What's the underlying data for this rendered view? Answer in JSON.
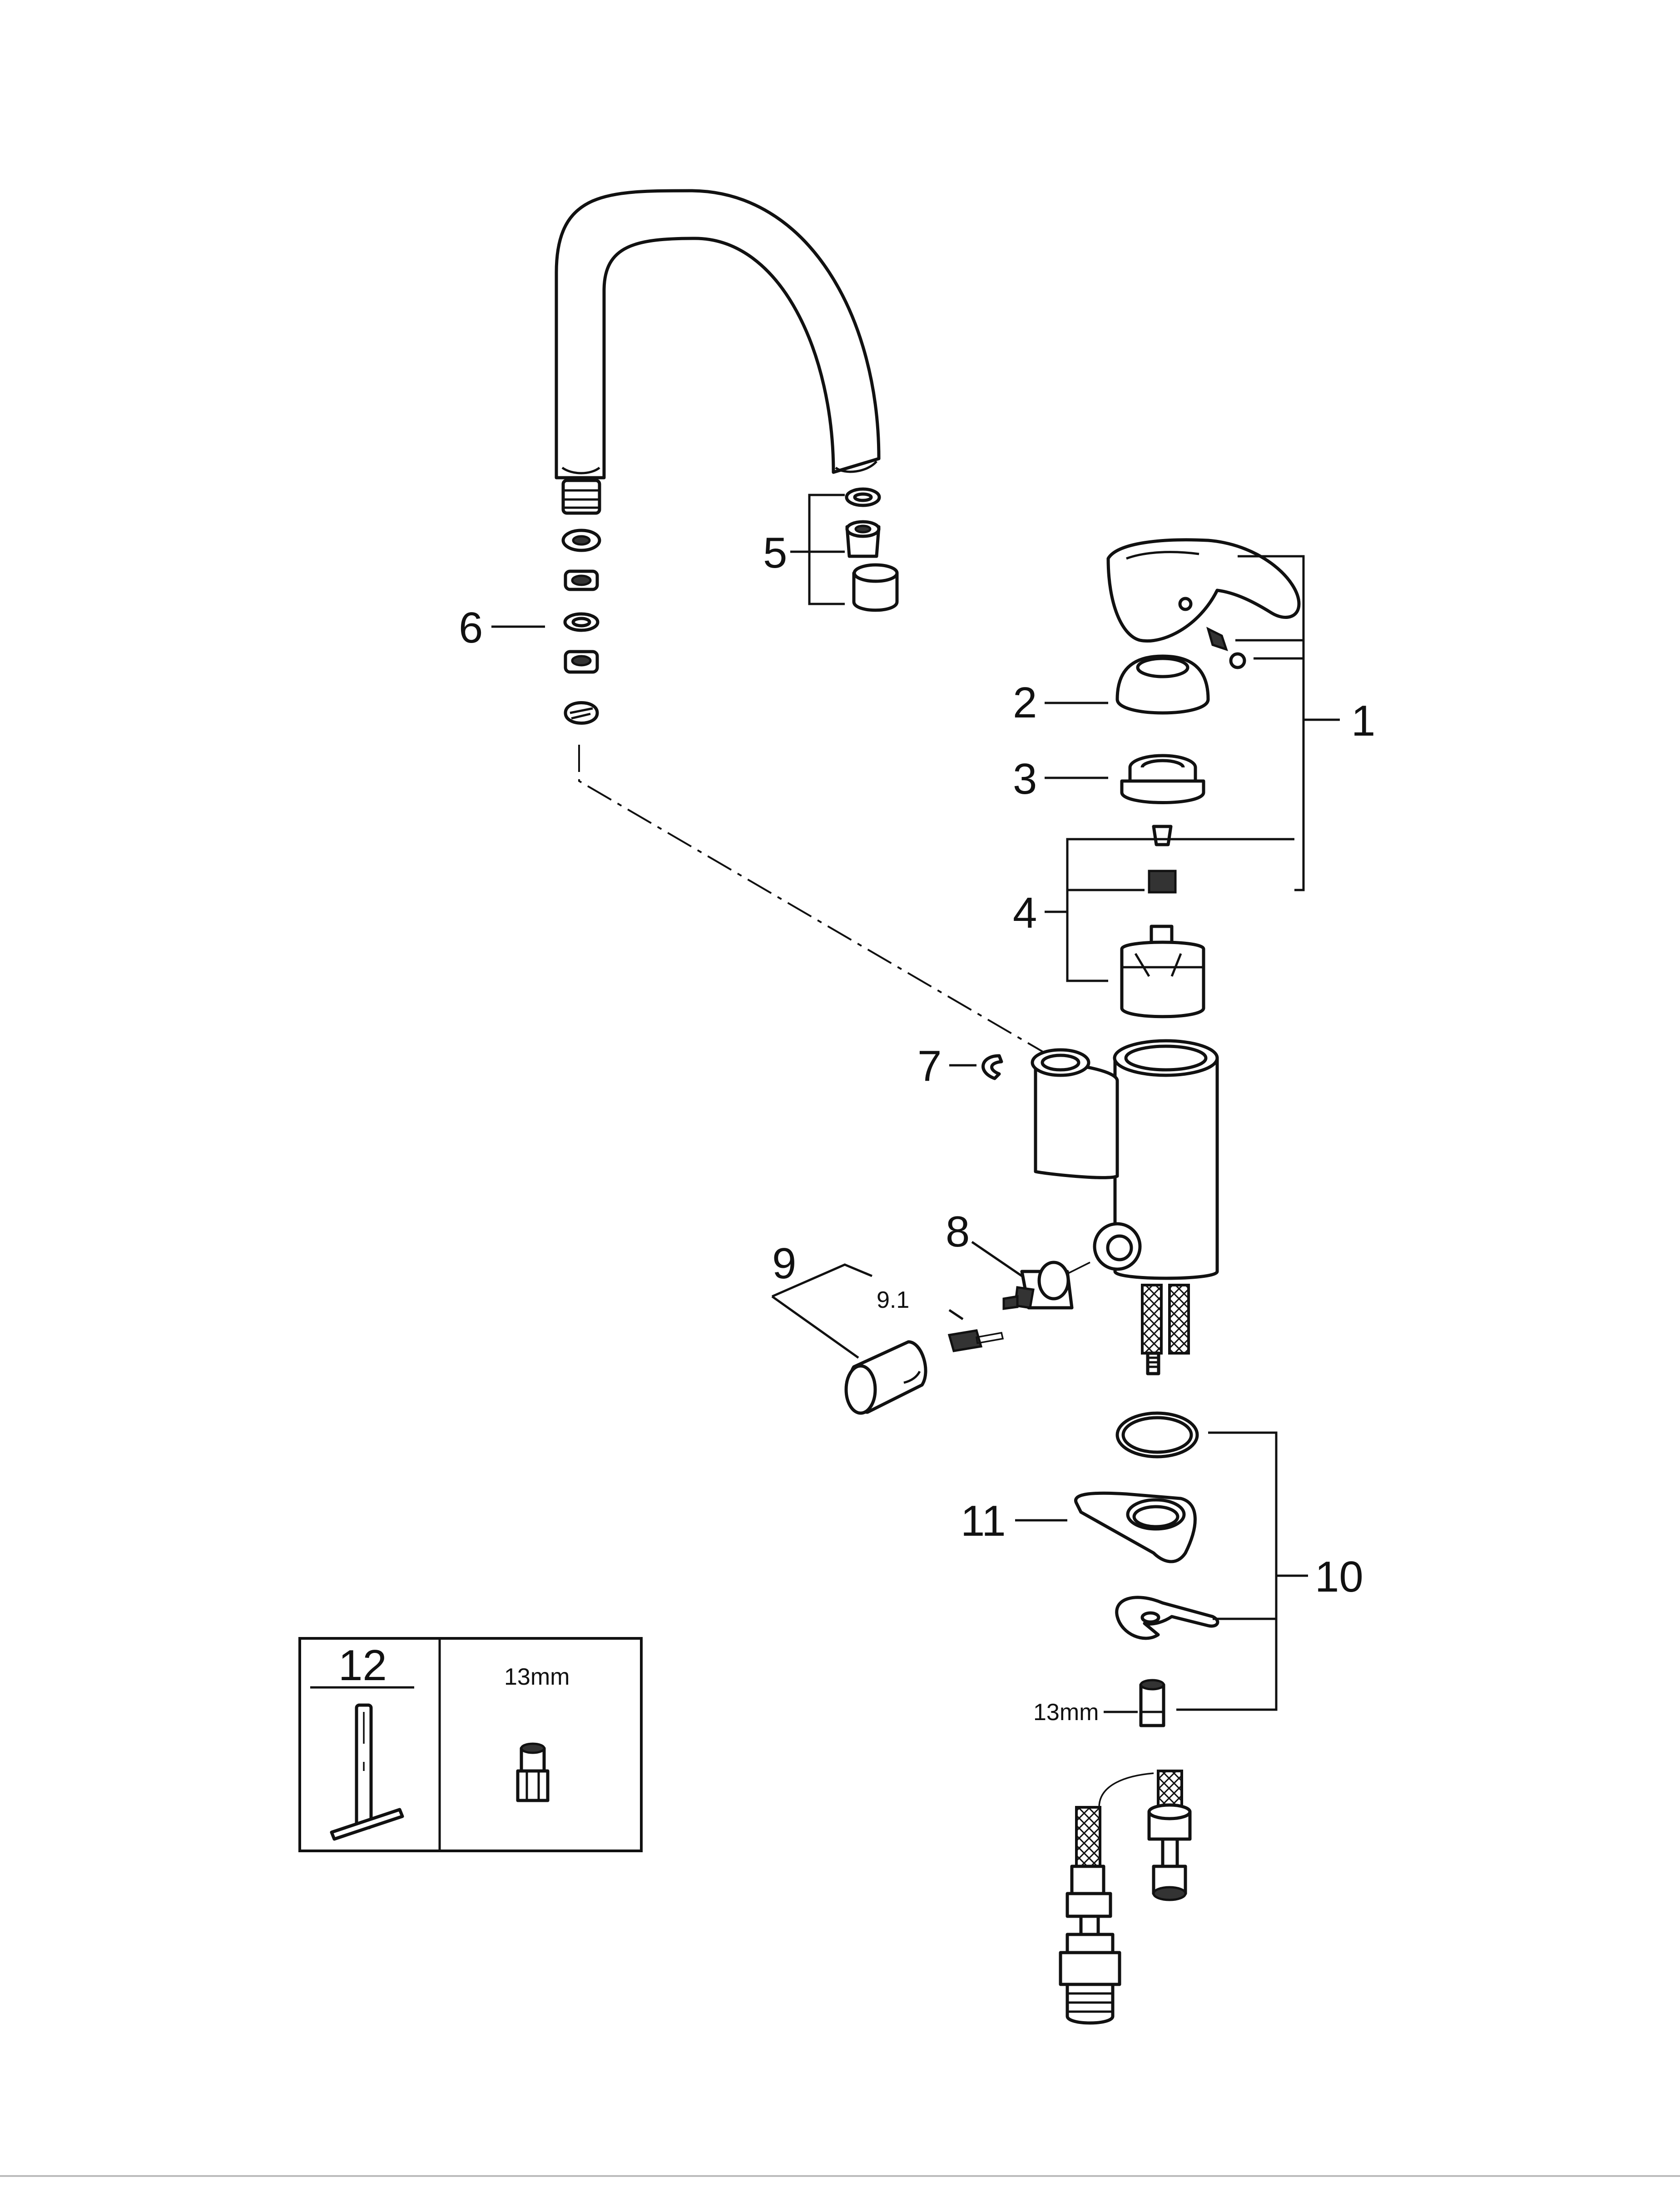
{
  "callouts": {
    "c1": "1",
    "c2": "2",
    "c3": "3",
    "c4": "4",
    "c5": "5",
    "c6": "6",
    "c7": "7",
    "c8": "8",
    "c9": "9",
    "c9_1": "9.1",
    "c10": "10",
    "c11": "11",
    "c13mm": "13mm"
  },
  "tool_box": {
    "number": "12",
    "size_label": "13mm"
  }
}
